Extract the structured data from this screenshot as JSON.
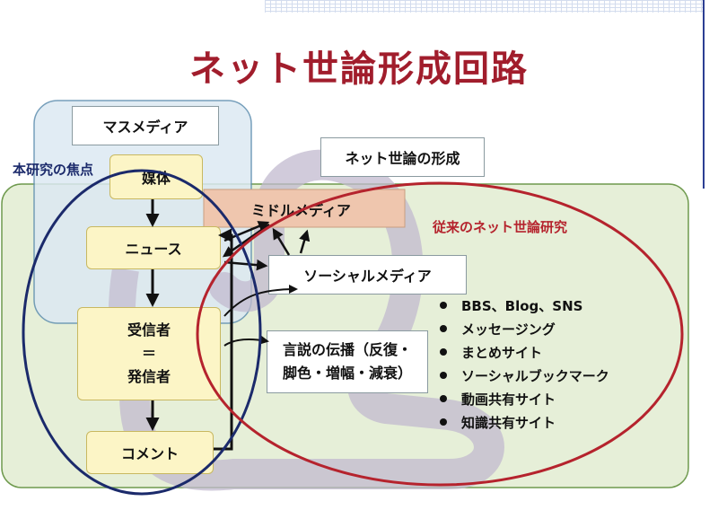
{
  "title": "ネット世論形成回路",
  "labels": {
    "focus": "本研究の焦点",
    "conventional": "従来のネット世論研究"
  },
  "boxes": {
    "mass_media": "マスメディア",
    "net_opinion_formation": "ネット世論の形成",
    "media_body": "媒体",
    "news": "ニュース",
    "receiver_line1": "受信者",
    "receiver_line2": "＝",
    "receiver_line3": "発信者",
    "comment": "コメント",
    "middle_media": "ミドルメディア",
    "social_media": "ソーシャルメディア",
    "discourse_line1": "言説の伝播（反復・",
    "discourse_line2": "脚色・増幅・減衰）"
  },
  "social_media_list": [
    "BBS、Blog、SNS",
    "メッセージング",
    "まとめサイト",
    "ソーシャルブックマーク",
    "動画共有サイト",
    "知識共有サイト"
  ],
  "colors": {
    "title": "#a11d2c",
    "focus_ellipse": "#1b2a6b",
    "conventional_ellipse": "#b5232d",
    "green_region": "#e6efd8",
    "blue_region": "#dce9f3",
    "middle_media_fill": "#efc6ae",
    "loop_band": "#c2b9cf"
  }
}
